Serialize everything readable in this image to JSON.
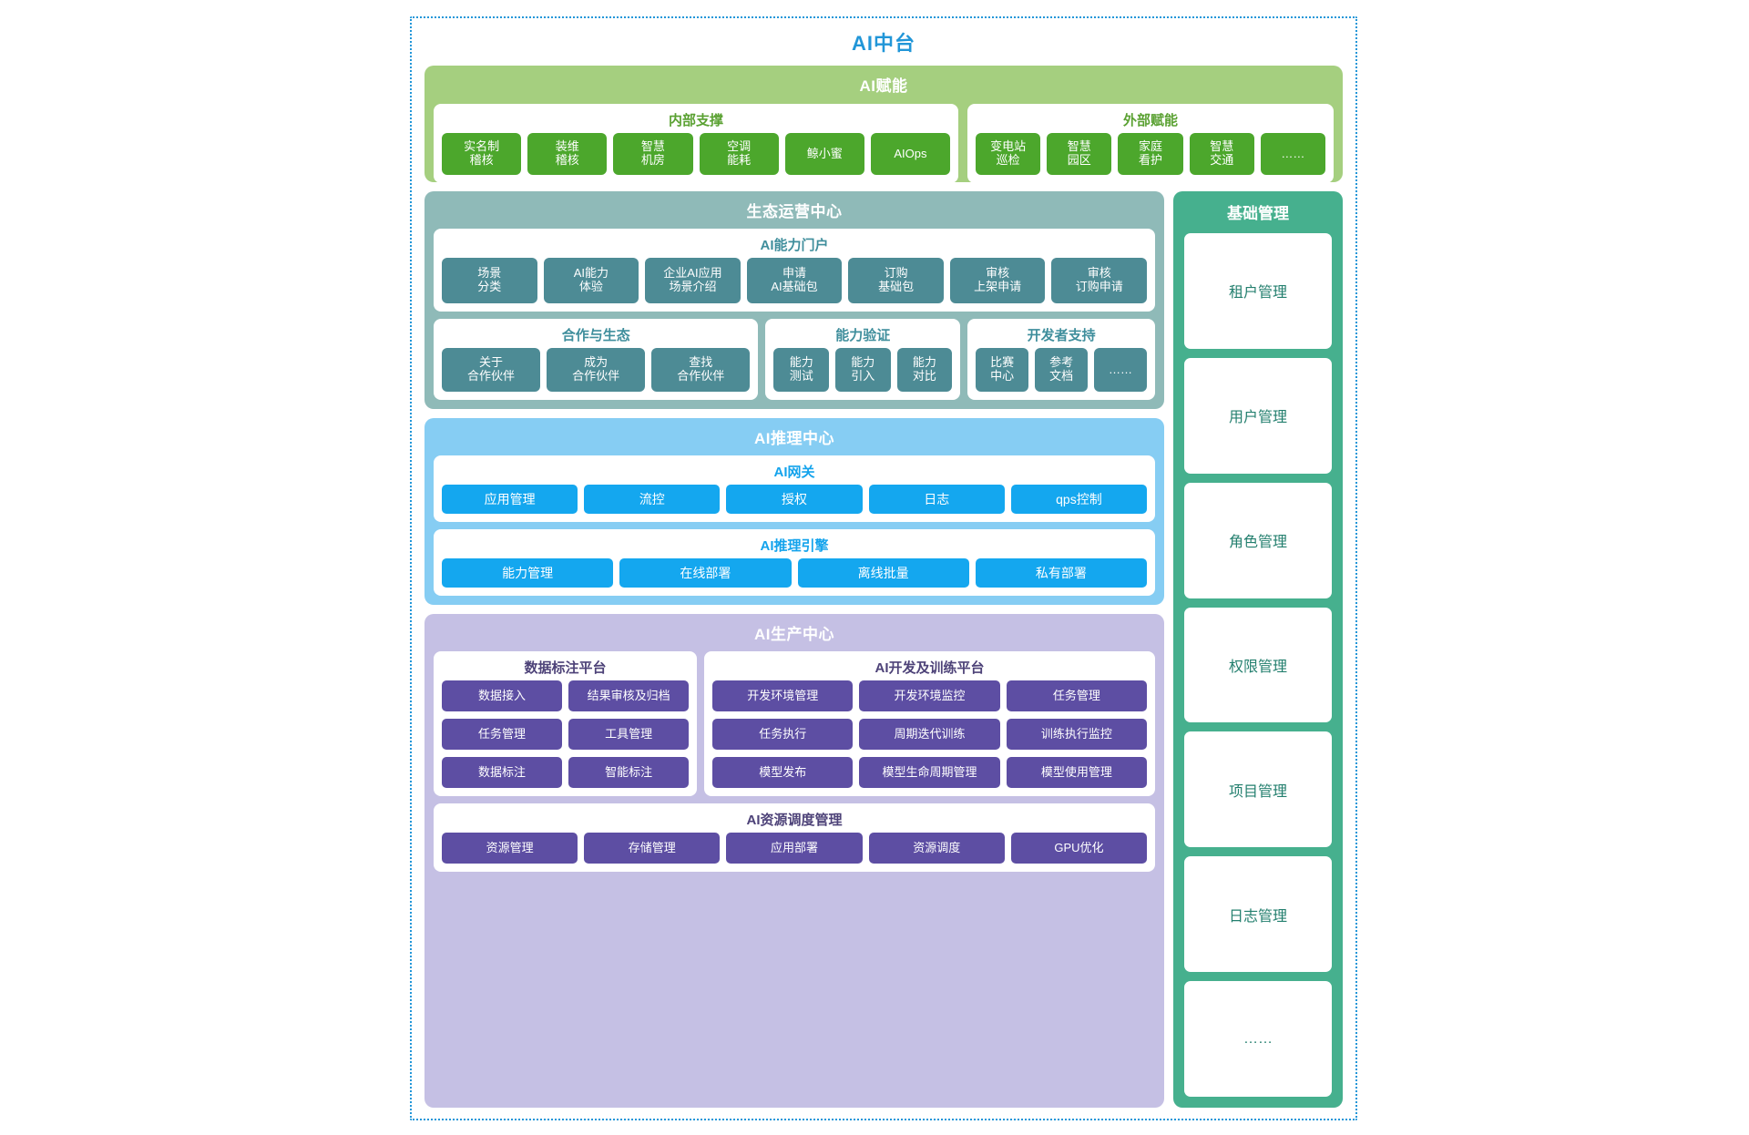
{
  "platform": {
    "title": "AI中台"
  },
  "enablement": {
    "title": "AI赋能",
    "internal": {
      "title": "内部支撑",
      "items": [
        "实名制\n稽核",
        "装维\n稽核",
        "智慧\n机房",
        "空调\n能耗",
        "鲸小蜜",
        "AIOps"
      ]
    },
    "external": {
      "title": "外部赋能",
      "items": [
        "变电站\n巡检",
        "智慧\n园区",
        "家庭\n看护",
        "智慧\n交通",
        "……"
      ]
    }
  },
  "ecosystem": {
    "title": "生态运营中心",
    "portal": {
      "title": "AI能力门户",
      "items": [
        "场景\n分类",
        "AI能力\n体验",
        "企业AI应用\n场景介绍",
        "申请\nAI基础包",
        "订购\n基础包",
        "审核\n上架申请",
        "审核\n订购申请"
      ]
    },
    "cooperation": {
      "title": "合作与生态",
      "items": [
        "关于\n合作伙伴",
        "成为\n合作伙伴",
        "查找\n合作伙伴"
      ]
    },
    "validation": {
      "title": "能力验证",
      "items": [
        "能力\n测试",
        "能力\n引入",
        "能力\n对比"
      ]
    },
    "developer": {
      "title": "开发者支持",
      "items": [
        "比赛\n中心",
        "参考\n文档",
        "……"
      ]
    }
  },
  "inference": {
    "title": "AI推理中心",
    "gateway": {
      "title": "AI网关",
      "items": [
        "应用管理",
        "流控",
        "授权",
        "日志",
        "qps控制"
      ]
    },
    "engine": {
      "title": "AI推理引擎",
      "items": [
        "能力管理",
        "在线部署",
        "离线批量",
        "私有部署"
      ]
    }
  },
  "production": {
    "title": "AI生产中心",
    "labeling": {
      "title": "数据标注平台",
      "rows": [
        [
          "数据接入",
          "结果审核及归档"
        ],
        [
          "任务管理",
          "工具管理"
        ],
        [
          "数据标注",
          "智能标注"
        ]
      ]
    },
    "training": {
      "title": "AI开发及训练平台",
      "rows": [
        [
          "开发环境管理",
          "开发环境监控",
          "任务管理"
        ],
        [
          "任务执行",
          "周期迭代训练",
          "训练执行监控"
        ],
        [
          "模型发布",
          "模型生命周期管理",
          "模型使用管理"
        ]
      ]
    },
    "scheduling": {
      "title": "AI资源调度管理",
      "items": [
        "资源管理",
        "存储管理",
        "应用部署",
        "资源调度",
        "GPU优化"
      ]
    }
  },
  "base_management": {
    "title": "基础管理",
    "items": [
      "租户管理",
      "用户管理",
      "角色管理",
      "权限管理",
      "项目管理",
      "日志管理",
      "……"
    ]
  },
  "colors": {
    "platform_title": "#2196d8",
    "enable_panel": "#a5cf7f",
    "enable_chip": "#4ca72c",
    "eco_panel": "#8fbab8",
    "eco_chip": "#4d8b95",
    "infer_panel": "#86cdf3",
    "infer_chip": "#14a7ef",
    "prod_panel": "#c5c0e4",
    "prod_chip": "#5d4ea3",
    "base_panel": "#46b08e",
    "base_text": "#237f6e"
  }
}
